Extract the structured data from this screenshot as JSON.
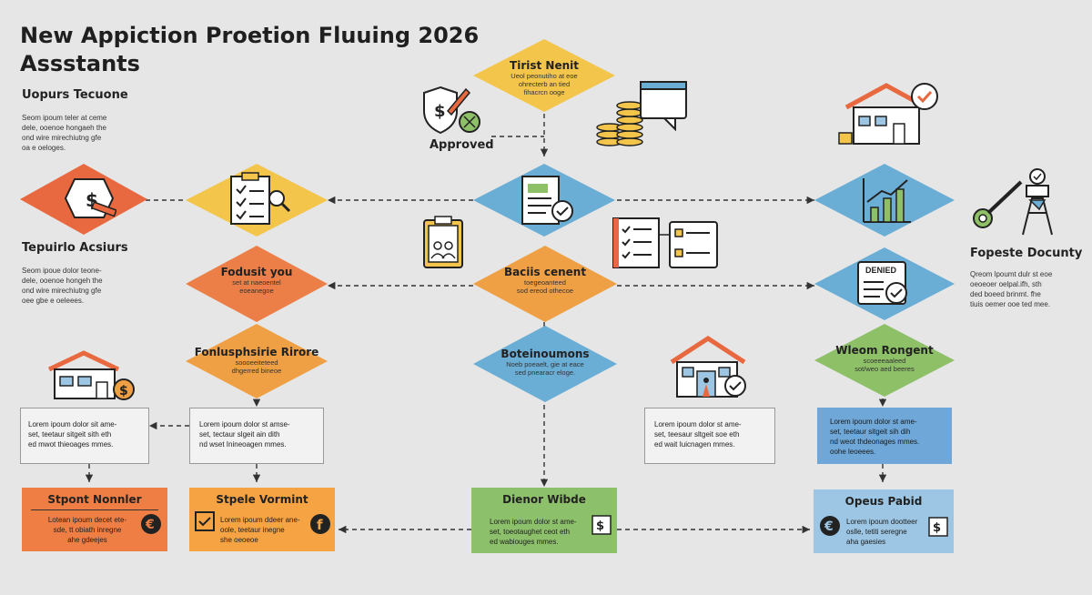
{
  "title": {
    "line1": "New Appiction Proetion Fluuing 2026",
    "line2": "Assstants"
  },
  "side_left_top": {
    "heading": "Uopurs Tecuone",
    "lines": [
      "Seom ipoum teler at ceme",
      "dele, ooenoe hongaeh the",
      "ond wire mirechiutng gfe",
      "oa e oeloges."
    ]
  },
  "side_left_mid": {
    "heading": "Tepuirlo Acsiurs",
    "lines": [
      "Seom ipoue dolor teone-",
      "dele, ooenoe hongeh the",
      "ond wire mirechiutng gfe",
      "oee gbe e oeleees."
    ]
  },
  "side_right": {
    "heading": "Fopeste Docunty",
    "lines": [
      "Qreom lpoumt dulr st eoe",
      "oeoeoer oelpal.ifh, sth",
      "ded boeed brinmt. fhe",
      "tiuis oemer ooe ted mee."
    ]
  },
  "approved_label": "Approved",
  "denied_badge": "DENIED",
  "diamonds": {
    "top_center": {
      "label": "Tirist Nenit",
      "sub": [
        "Ueol peonutiho at eoe",
        "ohrecterb an tied",
        "fihacrcn ooge"
      ]
    },
    "found": {
      "label": "Fodusit you",
      "sub": [
        "set at naeoentel",
        "eoeanegoe"
      ]
    },
    "bacils": {
      "label": "Baciis cenent",
      "sub": [
        "toegeoanteed",
        "sod ereod othecoe"
      ]
    },
    "fonlusph": {
      "label": "Fonlusphsirie Rirore",
      "sub": [
        "soooeeiteteed",
        "dhgerred bineoe"
      ]
    },
    "boteino": {
      "label": "Boteinoumons",
      "sub": [
        "Noeb poeaelt, gie at eace",
        "sed pnearacr eloge."
      ]
    },
    "wleom": {
      "label": "Wleom Rongent",
      "sub": [
        "scoeeeaaleed",
        "sot/weo aed beeres"
      ]
    }
  },
  "text_boxes": {
    "left": [
      "Lorem ipoum dolor sit ame-",
      "set, teetaur sitgeit sith eth",
      "ed mwot thieoages mmes."
    ],
    "mid_left": [
      "Lorem ipoum dolor st amse-",
      "set, tectaur slgeit ain dith",
      "nd wset Inineoagen mmes."
    ],
    "mid_right": [
      "Lorem ipoum dolor st ame-",
      "set, teesaur sltgeit soe eth",
      "ed wait Iuicnagen mmes."
    ],
    "right": [
      "Lorem ipoum dolor st ame-",
      "set, teetaur sitgeit sih dih",
      "nd weot thdeonages mmes.",
      "oohe leoeees."
    ]
  },
  "result_boxes": {
    "stpont": {
      "heading": "Stpont Nonnler",
      "lines": [
        "Lotean ipoum decet ete-",
        "sde, tt obiath inregne",
        "ahe gdeejes"
      ]
    },
    "stpele": {
      "heading": "Stpele Vormint",
      "lines": [
        "Lorem ipoum ddeer ane-",
        "oole, teetaur inegne",
        "she oeoeoe"
      ]
    },
    "dienor": {
      "heading": "Dienor Wibde",
      "lines": [
        "Lorem ipoum dolor st ame-",
        "set, toeotaughet ceot eth",
        "ed wabiouges mmes."
      ]
    },
    "opeus": {
      "heading": "Opeus Pabid",
      "lines": [
        "Lorem ipoum dootteer",
        "oslle, tetiti seregne",
        "aha gaesies"
      ]
    }
  },
  "colors": {
    "background": "#e6e6e6",
    "red": "#e8683f",
    "yellow": "#f3c54a",
    "blue": "#6aaed6",
    "orange": "#f0a044",
    "green": "#8dc067",
    "box_blue": "#6fa8d8",
    "light_blue": "#9cc6e4",
    "result_orange": "#ef7e44",
    "result_yellow": "#f5a343",
    "result_green": "#8cc06a"
  },
  "icons": [
    "price-tag-icon",
    "approval-shield-icon",
    "coins-icon",
    "chat-bubble-icon",
    "house-check-icon",
    "clipboard-search-icon",
    "document-check-icon",
    "bar-chart-icon",
    "robot-arm-icon",
    "clipboard-people-icon",
    "checklist-icon",
    "denied-document-icon",
    "house-dollar-icon",
    "house-person-icon",
    "euro-icon",
    "dollar-doc-icon"
  ]
}
